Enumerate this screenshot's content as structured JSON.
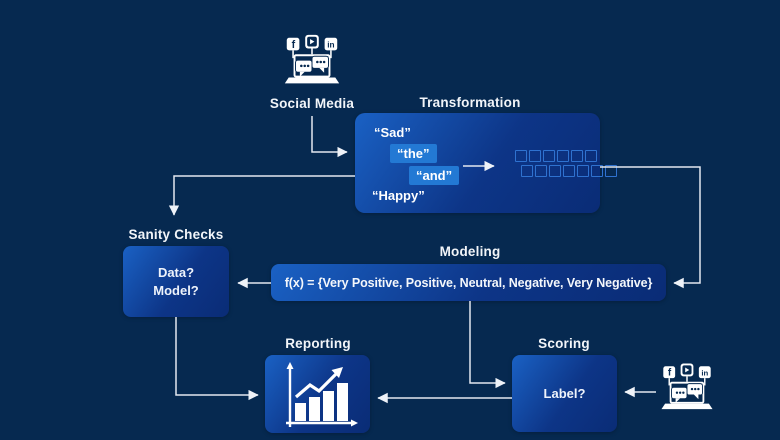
{
  "canvas": {
    "background": "#062950",
    "box_gradient_start": "#1a61c4",
    "box_gradient_end": "#0a2c76",
    "chip_color": "#2379d4",
    "token_outline_color": "#2f72d0",
    "connector_color": "#e3e8f0",
    "icon_color": "#ffffff"
  },
  "nodes": {
    "social_top": {
      "label": "Social Media"
    },
    "transformation": {
      "title": "Transformation",
      "words": [
        {
          "text": "“Sad”",
          "highlight": false
        },
        {
          "text": "“the”",
          "highlight": true
        },
        {
          "text": "“and”",
          "highlight": true
        },
        {
          "text": "“Happy”",
          "highlight": false
        }
      ],
      "token_rows": [
        6,
        7
      ]
    },
    "sanity_checks": {
      "title": "Sanity Checks",
      "lines": [
        "Data?",
        "Model?"
      ]
    },
    "modeling": {
      "title": "Modeling",
      "formula": "f(x) = {Very Positive, Positive, Neutral, Negative, Very Negative}"
    },
    "reporting": {
      "title": "Reporting"
    },
    "scoring": {
      "title": "Scoring",
      "text": "Label?"
    },
    "social_bottom": {
      "label": ""
    }
  },
  "icons": {
    "social_cluster": [
      "facebook-icon",
      "youtube-icon",
      "linkedin-icon",
      "chat-bubbles",
      "laptop"
    ],
    "reporting_icon": "bar-chart-with-trend-arrow"
  }
}
